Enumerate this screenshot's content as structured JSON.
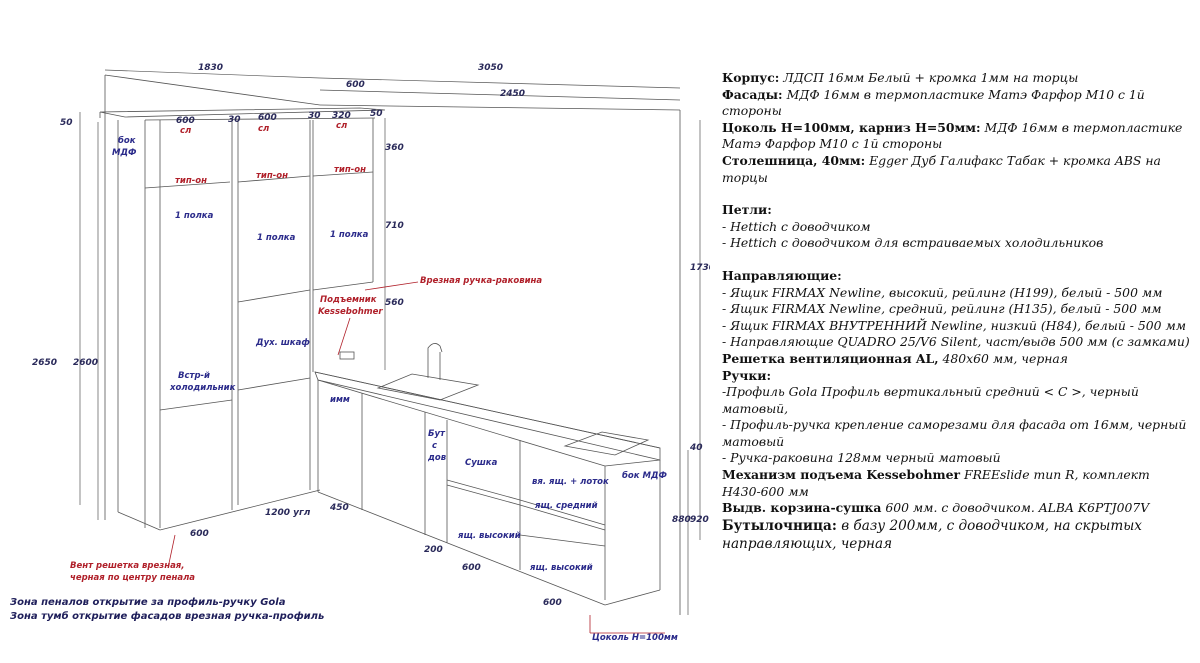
{
  "drawing": {
    "dims": {
      "w1830": "1830",
      "w3050": "3050",
      "w600top": "600",
      "w2450": "2450",
      "d50a": "50",
      "d600a": "600",
      "d30a": "30",
      "d600b": "600",
      "d30b": "30",
      "d320": "320",
      "d50b": "50",
      "h360": "360",
      "h710": "710",
      "h560": "560",
      "h1730": "1730",
      "h2650": "2650",
      "h2600": "2600",
      "h40": "40",
      "h880": "880",
      "h920": "920",
      "b600a": "600",
      "b1200": "1200 угл",
      "b450": "450",
      "b200": "200",
      "b600b": "600",
      "b600c": "600"
    },
    "marks": {
      "sl1": "сл",
      "sl2": "сл",
      "sl3": "сл",
      "tipon1": "тип-он",
      "tipon2": "тип-он",
      "tipon3": "тип-он"
    },
    "labels": {
      "bok_mdf_left_1": "бок",
      "bok_mdf_left_2": "МДФ",
      "polka1": "1 полка",
      "polka2": "1 полка",
      "polka3": "1 полка",
      "builtin_1": "Встр-й",
      "builtin_2": "холодильник",
      "oven": "Дух. шкаф",
      "imm": "имм",
      "bottle_1": "Бут",
      "bottle_2": "с",
      "bottle_3": "дов",
      "dryer": "Сушка",
      "drawer_inner": "вя. ящ. + лоток",
      "drawer_mid": "ящ. средний",
      "drawer_high1": "ящ. высокий",
      "drawer_high2": "ящ. высокий",
      "bok_mdf_right": "бок МДФ"
    },
    "red_labels": {
      "sink_handle": "Врезная ручка-раковина",
      "lift_1": "Подъемник",
      "lift_2": "Kessebohmer",
      "vent_1": "Вент решетка врезная,",
      "vent_2": "черная по центру пенала"
    },
    "plinth": "Цоколь Н=100мм",
    "notes": [
      "Зона пеналов открытие за профиль-ручку Gola",
      "Зона тумб открытие фасадов врезная ручка-профиль"
    ]
  },
  "specs": {
    "korpus_k": "Корпус:",
    "korpus_v": " ЛДСП 16мм Белый + кромка 1мм на торцы",
    "fasady_k": "Фасады:",
    "fasady_v": " МДФ 16мм в термопластике Матэ Фарфор М10 с 1й стороны",
    "cokol_k": "Цоколь Н=100мм, карниз Н=50мм:",
    "cokol_v": " МДФ 16мм в термопластике Матэ Фарфор М10 с 1й стороны",
    "stol_k": "Столешница, 40мм:",
    "stol_v": " Egger Дуб Галифакс Табак + кромка ABS на торцы",
    "petli_h": "Петли:",
    "petli_1": "- Hettich с доводчиком",
    "petli_2": "- Hettich с доводчиком для встраиваемых холодильников",
    "napr_h": "Направляющие:",
    "napr_1": "- Ящик FIRMAX Newline, высокий, рейлинг (Н199), белый - 500 мм",
    "napr_2": "- Ящик FIRMAX Newline, средний, рейлинг (Н135), белый - 500 мм",
    "napr_3": "- Ящик FIRMAX ВНУТРЕННИЙ Newline, низкий (Н84), белый - 500 мм",
    "napr_4": "- Направляющие QUADRO 25/V6 Silent, част/выдв 500 мм (с замками)",
    "resh_k": "Решетка вентиляционная AL,",
    "resh_v": " 480х60 мм, черная",
    "ruchki_h": "Ручки:",
    "ruchki_1": "-Профиль Gola Профиль вертикальный средний < C >, черный матовый,",
    "ruchki_2": "- Профиль-ручка крепление саморезами для фасада от 16мм, черный матовый",
    "ruchki_3": " - Ручка-раковина 128мм черный матовый",
    "mech_k": "Механизм подъема Kessebohmer",
    "mech_v": " FREEslide тип R, комплект Н430-600 мм",
    "vyd_k": "Выдв. корзина-сушка",
    "vyd_v": " 600 мм. с доводчиком. ALBA K6PTJ007V",
    "but_k": "Бутылочница:",
    "but_v": " в базу 200мм, с доводчиком, на скрытых направляющих, черная"
  }
}
